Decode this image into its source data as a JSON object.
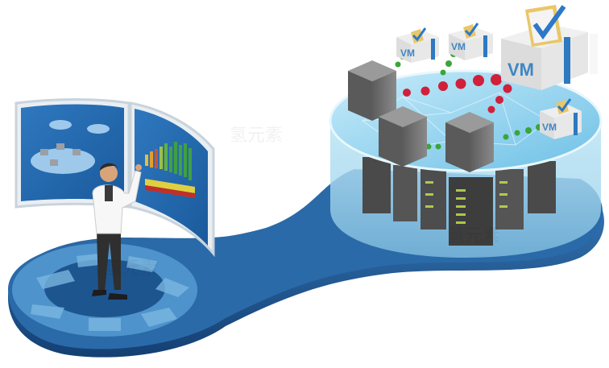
{
  "illustration": {
    "vm_labels": [
      "VM",
      "VM",
      "VM",
      "VM"
    ],
    "watermark": "氢元素"
  },
  "colors": {
    "platform": "#1f5b95",
    "platform_light": "#3f86c0",
    "cylinder_top": "#9fd6f0",
    "server": "#6e6e6e",
    "green_dot": "#3aa53a",
    "red_dot": "#d0203a",
    "vm_text": "#3f86c4"
  }
}
